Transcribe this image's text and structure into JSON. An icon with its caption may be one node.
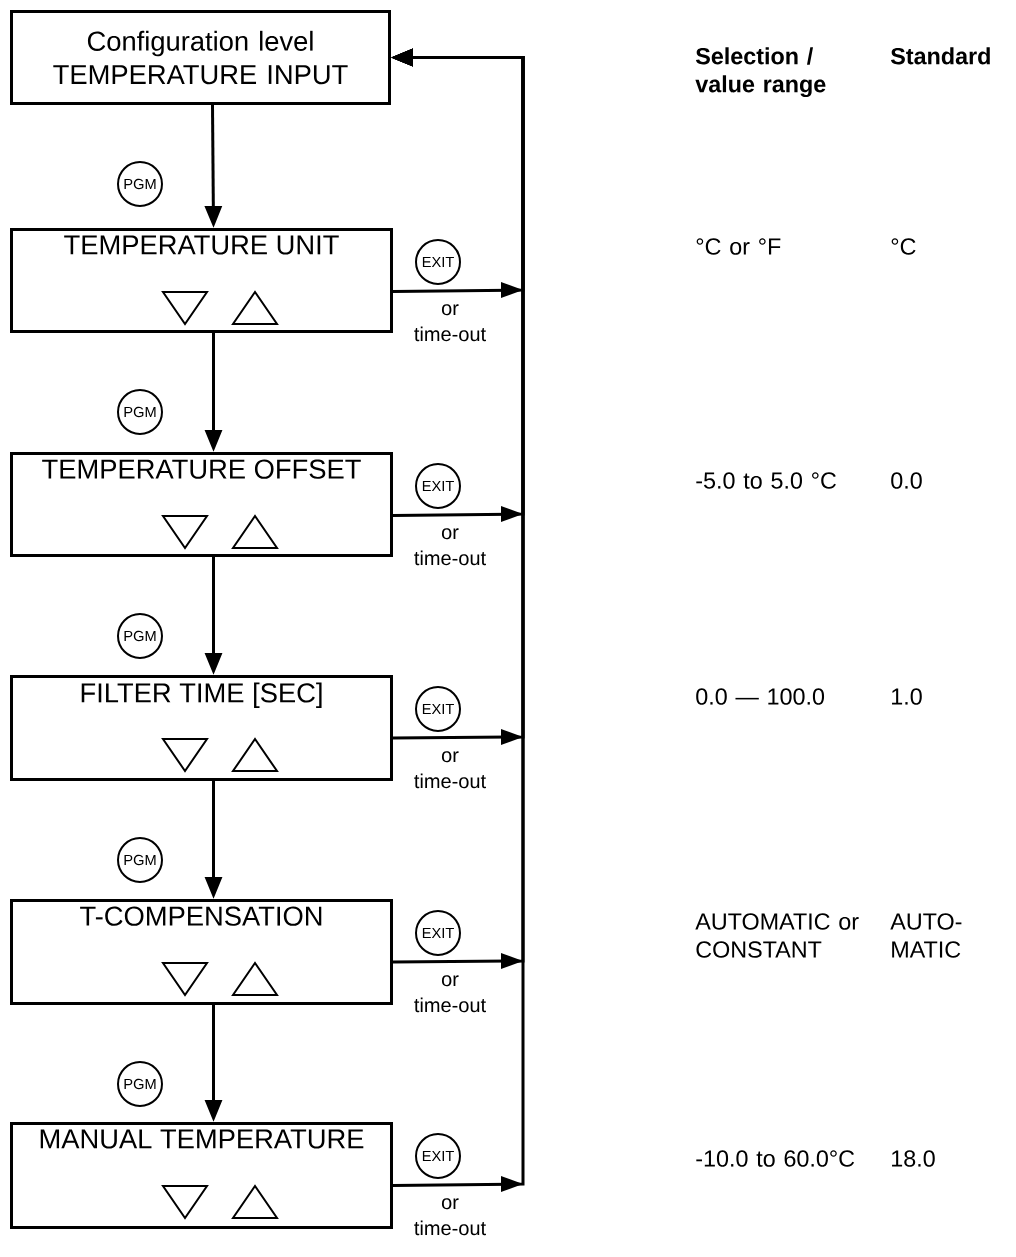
{
  "diagram": {
    "nodes": [
      {
        "text": [
          "Configuration level TEMPERATURE INPUT"
        ]
      },
      {
        "text": [
          "TEMPERATURE UNIT"
        ]
      },
      {
        "text": [
          "TEMPERATURE OFFSET"
        ]
      },
      {
        "text": [
          "FILTER TIME [SEC]"
        ]
      },
      {
        "text": [
          "T-COMPENSATION"
        ]
      },
      {
        "text": [
          "MANUAL TEMPERATURE"
        ]
      }
    ],
    "edges": [
      {
        "from": 0,
        "to": 1,
        "arrow": "to",
        "label": "PGM"
      },
      {
        "from": 1,
        "to": 2,
        "arrow": "to",
        "label": "PGM"
      },
      {
        "from": 2,
        "to": 3,
        "arrow": "to",
        "label": "PGM"
      },
      {
        "from": 3,
        "to": 4,
        "arrow": "to",
        "label": "PGM"
      },
      {
        "from": 4,
        "to": 5,
        "arrow": "to",
        "label": "PGM"
      },
      {
        "from": 1,
        "to": 0,
        "arrow": "to",
        "label": "EXIT"
      },
      {
        "from": 2,
        "to": 0,
        "arrow": "to",
        "label": "EXIT"
      },
      {
        "from": 3,
        "to": 0,
        "arrow": "to",
        "label": "EXIT"
      },
      {
        "from": 4,
        "to": 0,
        "arrow": "to",
        "label": "EXIT"
      },
      {
        "from": 5,
        "to": 0,
        "arrow": "to",
        "label": "EXIT"
      }
    ],
    "labels": [
      "Selection / value range",
      "Standard",
      "°C or °F",
      "°C",
      "or time-out",
      "-5.0 to 5.0 °C",
      "0.0",
      "or time-out",
      "0.0 — 100.0",
      "1.0",
      "or time-out",
      "AUTOMATIC or CONSTANT",
      "AUTO- MATIC",
      "or time-out",
      "-10.0 to 60.0°C",
      "18.0",
      "or time-out"
    ]
  }
}
